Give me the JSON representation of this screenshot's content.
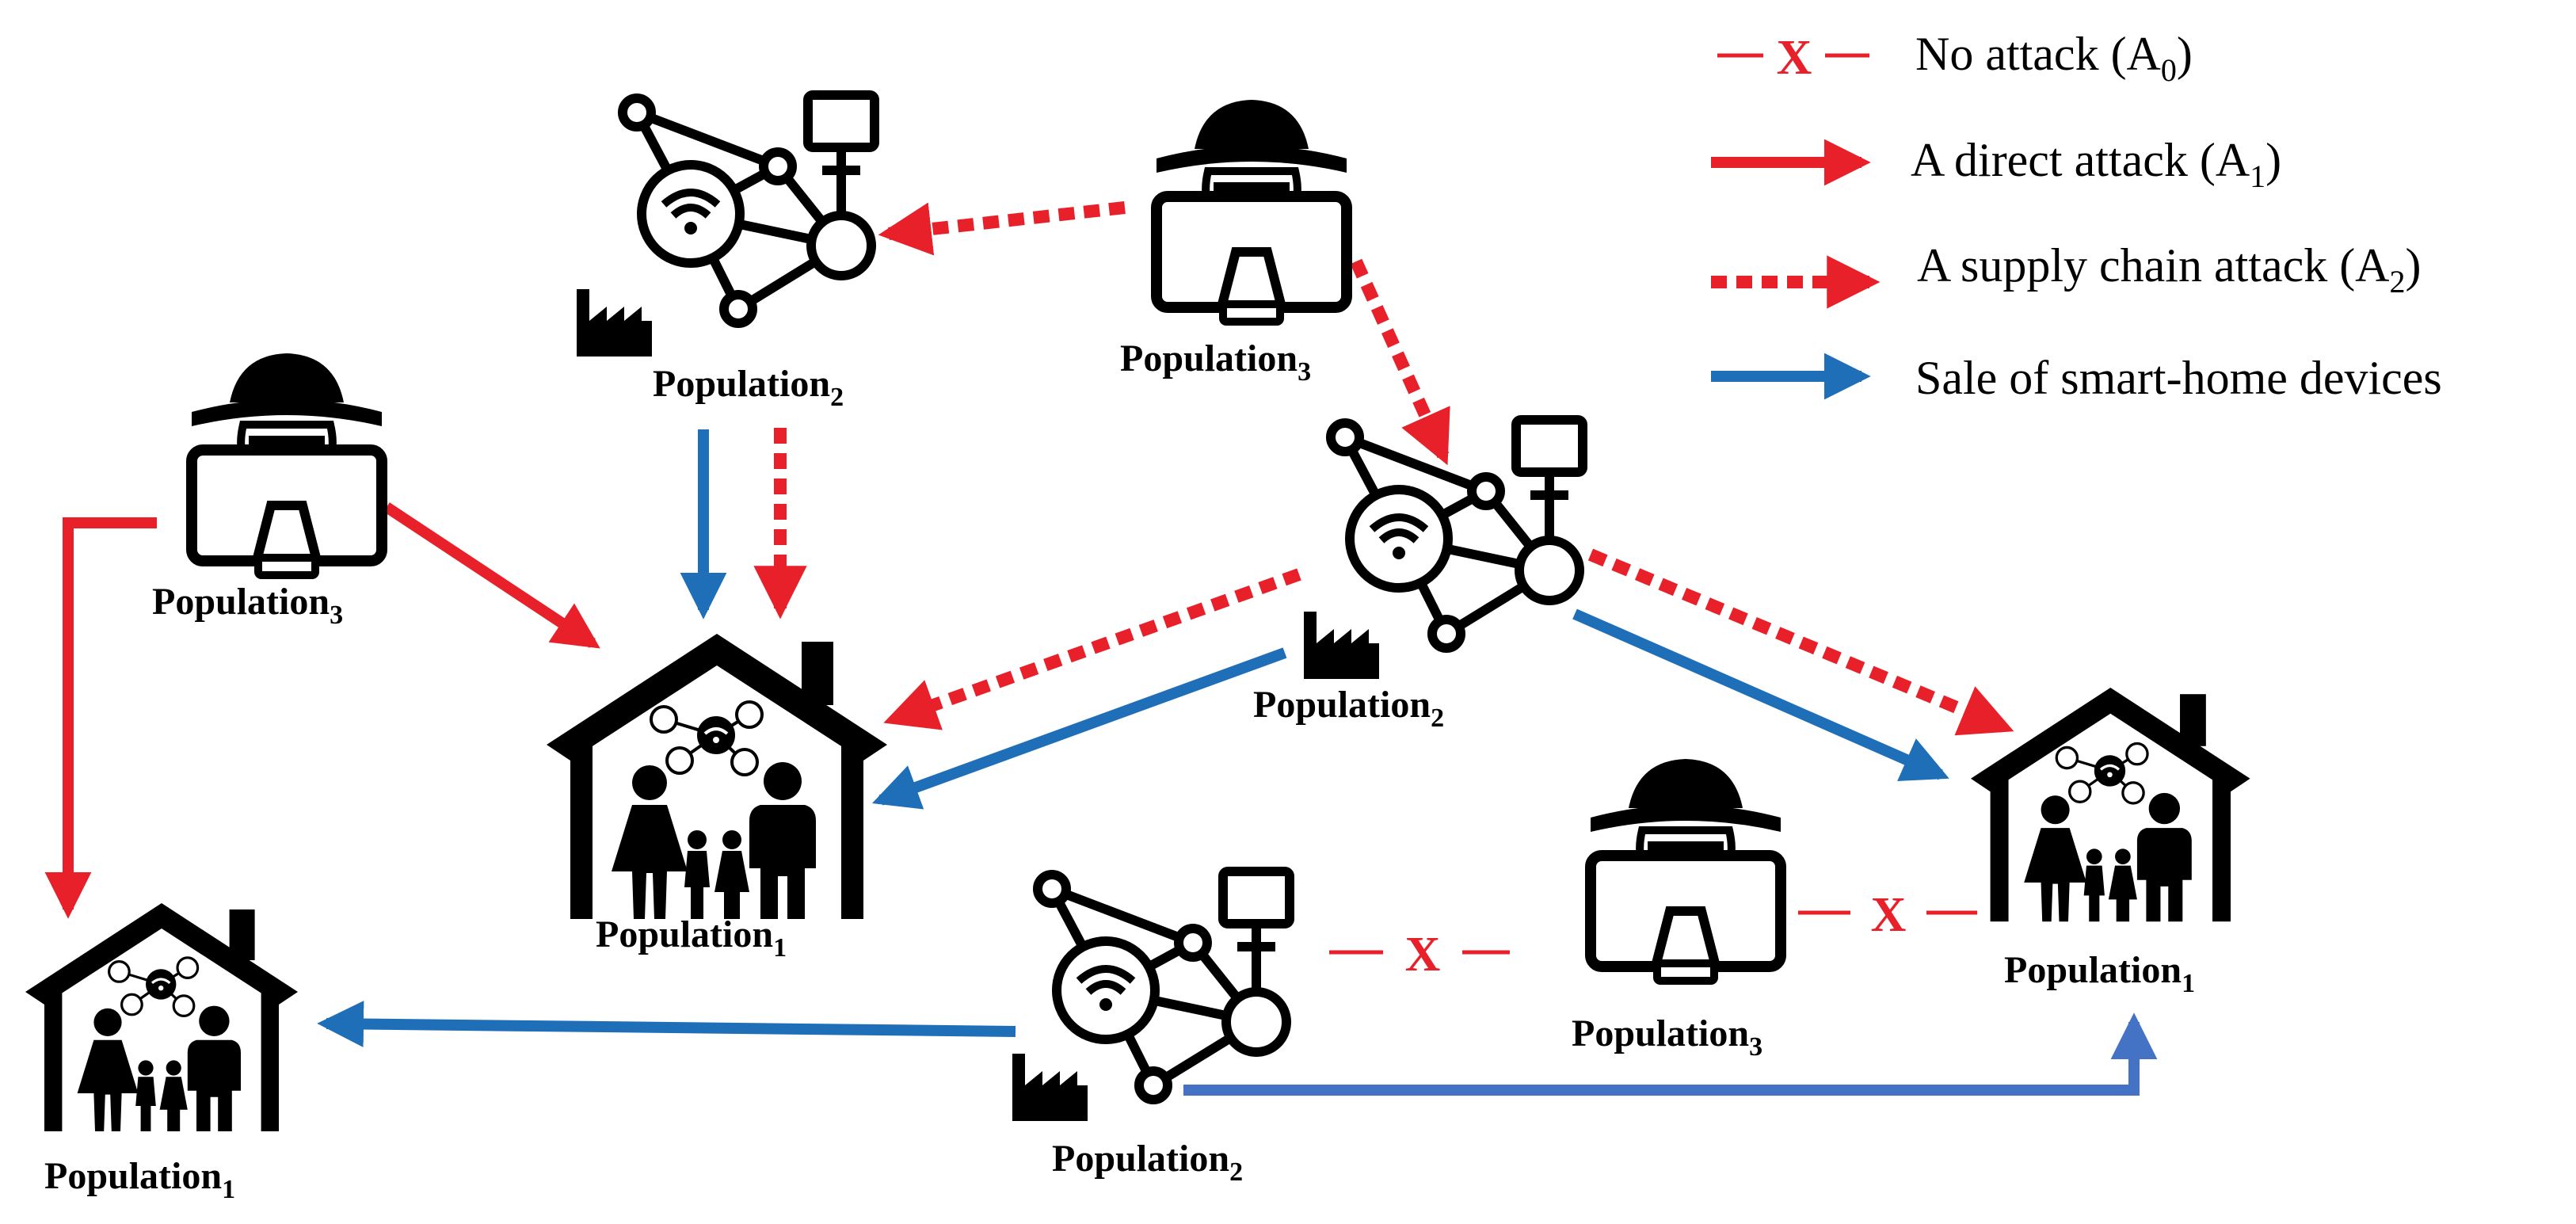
{
  "colors": {
    "attack_red": "#e8202a",
    "sale_blue": "#1f6fb8",
    "sale_blue_alt": "#4472c4",
    "icon_black": "#000000",
    "background": "#ffffff"
  },
  "labels": {
    "population": "Population",
    "sub1": "1",
    "sub2": "2",
    "sub3": "3",
    "no_attack_mark": "X"
  },
  "legend": {
    "no_attack": {
      "text": "No attack (A",
      "sub": "0",
      "close": ")"
    },
    "direct_attack": {
      "text": "A direct attack (A",
      "sub": "1",
      "close": ")"
    },
    "supply_chain_attack": {
      "text": "A supply chain attack (A",
      "sub": "2",
      "close": ")"
    },
    "sale": {
      "text": "Sale of smart-home devices"
    }
  },
  "icons": {
    "hacker": "hacker-icon",
    "network": "iot-network-icon",
    "factory": "factory-icon",
    "house": "smart-home-family-icon"
  }
}
